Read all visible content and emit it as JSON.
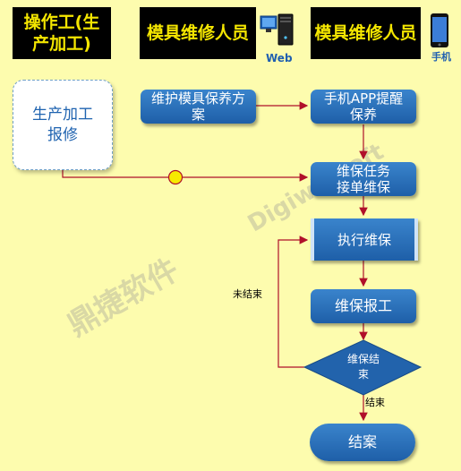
{
  "headers": {
    "operator": "操作工(生产加工)",
    "maintenance_web": "模具维修人员",
    "maintenance_mobile": "模具维修人员"
  },
  "icons": {
    "web_label": "Web",
    "mobile_label": "手机"
  },
  "nodes": {
    "report": "生产加工报修",
    "plan": "维护模具保养方案",
    "app_remind": "手机APP提醒保养",
    "task": "维保任务接单维保",
    "execute": "执行维保",
    "work_report": "维保报工",
    "decision": "维保结束",
    "end": "结案"
  },
  "edges": {
    "not_finished": "未结束",
    "finished": "结束"
  },
  "watermarks": {
    "cn": "鼎捷软件",
    "en": "DigiwinSoft"
  },
  "colors": {
    "background": "#fdfcae",
    "header_bg": "#000000",
    "header_text": "#f4e600",
    "node_blue": "#2a6fba",
    "arrow": "#b0102a",
    "junction": "#f7ea00"
  }
}
